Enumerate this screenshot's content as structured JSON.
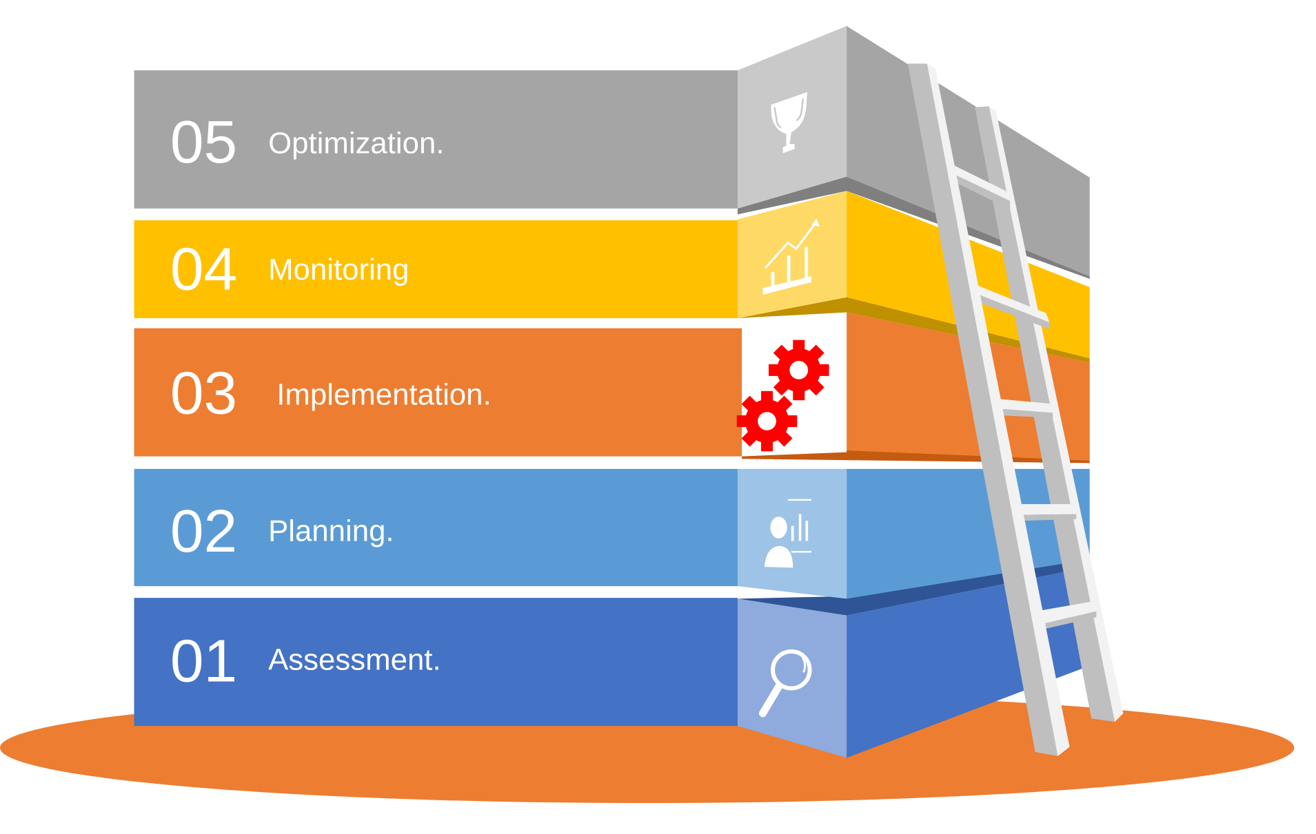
{
  "diagram": {
    "type": "staircase-steps-with-ladder",
    "steps": [
      {
        "number": "05",
        "label": "Optimization.",
        "icon": "trophy-icon",
        "color": "#A5A5A5",
        "face_color": "#C9C9C9",
        "edge_color": "#7F7F7F"
      },
      {
        "number": "04",
        "label": "Monitoring",
        "icon": "growth-chart-icon",
        "color": "#FFC000",
        "face_color": "#FFD966",
        "edge_color": "#BF9000"
      },
      {
        "number": "03",
        "label": "Implementation.",
        "icon": "gears-icon",
        "color": "#ED7D31",
        "face_color": "#FFFFFF",
        "edge_color": "#C55A11",
        "icon_color": "#FF0000"
      },
      {
        "number": "02",
        "label": "Planning.",
        "icon": "presentation-icon",
        "color": "#5B9BD5",
        "face_color": "#9DC3E6",
        "edge_color": "#2F5597"
      },
      {
        "number": "01",
        "label": "Assessment.",
        "icon": "magnifier-icon",
        "color": "#4472C4",
        "face_color": "#8FAADC",
        "edge_color": "#2F5597"
      }
    ],
    "base_color": "#ED7D31",
    "ladder_color": "#BFBFBF",
    "ladder_highlight": "#F2F2F2"
  }
}
